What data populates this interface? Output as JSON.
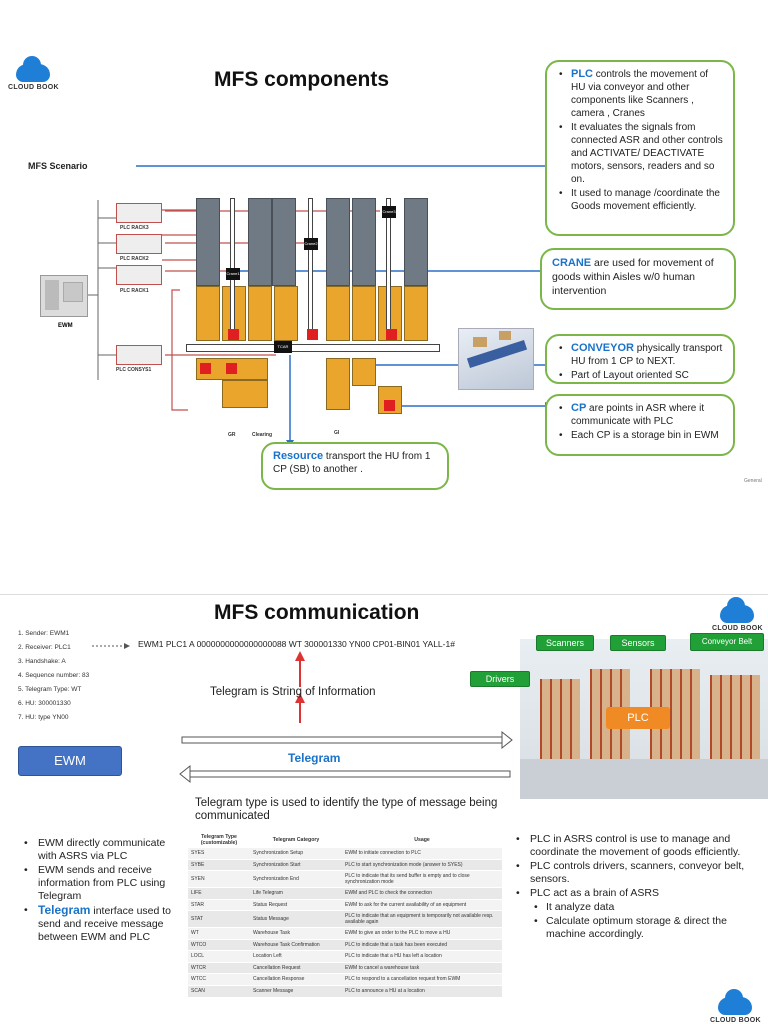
{
  "slide1": {
    "title": "MFS components",
    "logo_text": "CLOUD BOOK",
    "scenario_label": "MFS Scenario",
    "ewm_label": "EWM",
    "racks": [
      "PLC RACK3",
      "PLC RACK2",
      "PLC RACK1",
      "PLC CONSYS1"
    ],
    "cranes": [
      "Crane1",
      "Crane2",
      "Crane3"
    ],
    "tcar": "TCAR",
    "floor_labels": [
      "GR",
      "Clearing",
      "GI"
    ],
    "footer": "General",
    "callouts": {
      "plc": {
        "keyword": "PLC",
        "lead": " controls the movement of HU via conveyor and other components like Scanners , camera , Cranes",
        "items": [
          "It evaluates the signals from connected ASR and other controls and ACTIVATE/ DEACTIVATE motors, sensors, readers and so on.",
          "It used to manage /coordinate the Goods movement efficiently."
        ]
      },
      "crane": {
        "keyword": "CRANE",
        "text": " are used for movement of goods within Aisles w/0 human intervention"
      },
      "conveyor": {
        "keyword": "CONVEYOR",
        "lead": " physically transport HU from 1 CP to NEXT.",
        "item": "Part of Layout oriented SC"
      },
      "cp": {
        "keyword": "CP",
        "lead": " are points in ASR where it communicate with PLC",
        "item": "Each CP is a storage bin in EWM"
      },
      "resource": {
        "keyword": "Resource",
        "text": " transport the HU from 1 CP (SB) to another ."
      }
    }
  },
  "slide2": {
    "title": "MFS communication",
    "logo_text": "CLOUD BOOK",
    "fields": [
      "1.  Sender: EWM1",
      "2.  Receiver: PLC1",
      "3.  Handshake: A",
      "4.  Sequence number: 83",
      "5.  Telegram Type: WT",
      "6.  HU: 300001330",
      "7.  HU: type YN00"
    ],
    "telegram_string": "EWM1 PLC1  A 0000000000000000088    WT  300001330 YN00 CP01-BIN01 YALL-1#",
    "telegram_caption": "Telegram is String of Information",
    "ewm_button": "EWM",
    "telegram_label": "Telegram",
    "type_caption": "Telegram type is used to identify the type of message being communicated",
    "components": {
      "scanners": "Scanners",
      "sensors": "Sensors",
      "conveyor_belt": "Conveyor Belt",
      "drivers": "Drivers",
      "plc": "PLC"
    },
    "left_bullets": [
      "EWM directly communicate with ASRS via PLC",
      "EWM sends and receive information from PLC using Telegram"
    ],
    "left_telegram_kw": "Telegram",
    "left_telegram_rest": " interface used to send and receive message between EWM and PLC",
    "right_bullets": [
      "PLC in ASRS control is use to manage and coordinate the movement of goods efficiently.",
      "PLC controls drivers, scanners, conveyor belt, sensors.",
      "PLC act as a brain of ASRS"
    ],
    "right_sub": [
      "It analyze data",
      "Calculate optimum storage & direct the machine accordingly."
    ],
    "table": {
      "headers": [
        "Telegram Type (customizable)",
        "Telegram Category",
        "Usage"
      ],
      "rows": [
        [
          "SYES",
          "Synchronization Setup",
          "EWM to initiate connection to PLC"
        ],
        [
          "SYBE",
          "Synchronization Start",
          "PLC to start synchronization mode (answer to SYES)"
        ],
        [
          "SYEN",
          "Synchronization End",
          "PLC to indicate that its send buffer is empty and to close synchronization mode"
        ],
        [
          "LIFE",
          "Life Telegram",
          "EWM and PLC to check the connection"
        ],
        [
          "STAR",
          "Status Request",
          "EWM to ask for the current availability of an equipment"
        ],
        [
          "STAT",
          "Status Message",
          "PLC to indicate that an equipment is temporarily not available resp. available again"
        ],
        [
          "WT",
          "Warehouse Task",
          "EWM to give an order to the PLC to move a HU"
        ],
        [
          "WTCO",
          "Warehouse Task Confirmation",
          "PLC to indicate that a task has been executed"
        ],
        [
          "LOCL",
          "Location Left",
          "PLC to indicate that a HU has left a location"
        ],
        [
          "WTCR",
          "Cancellation Request",
          "EWM to cancel a warehouse task"
        ],
        [
          "WTCC",
          "Cancellation Response",
          "PLC to respond to a cancellation request from EWM"
        ],
        [
          "SCAN",
          "Scanner Message",
          "PLC to announce a HU at a location"
        ]
      ]
    }
  },
  "colors": {
    "green": "#7ab648",
    "blue": "#1a73c9",
    "orange": "#e9a52c",
    "red": "#e02020"
  }
}
